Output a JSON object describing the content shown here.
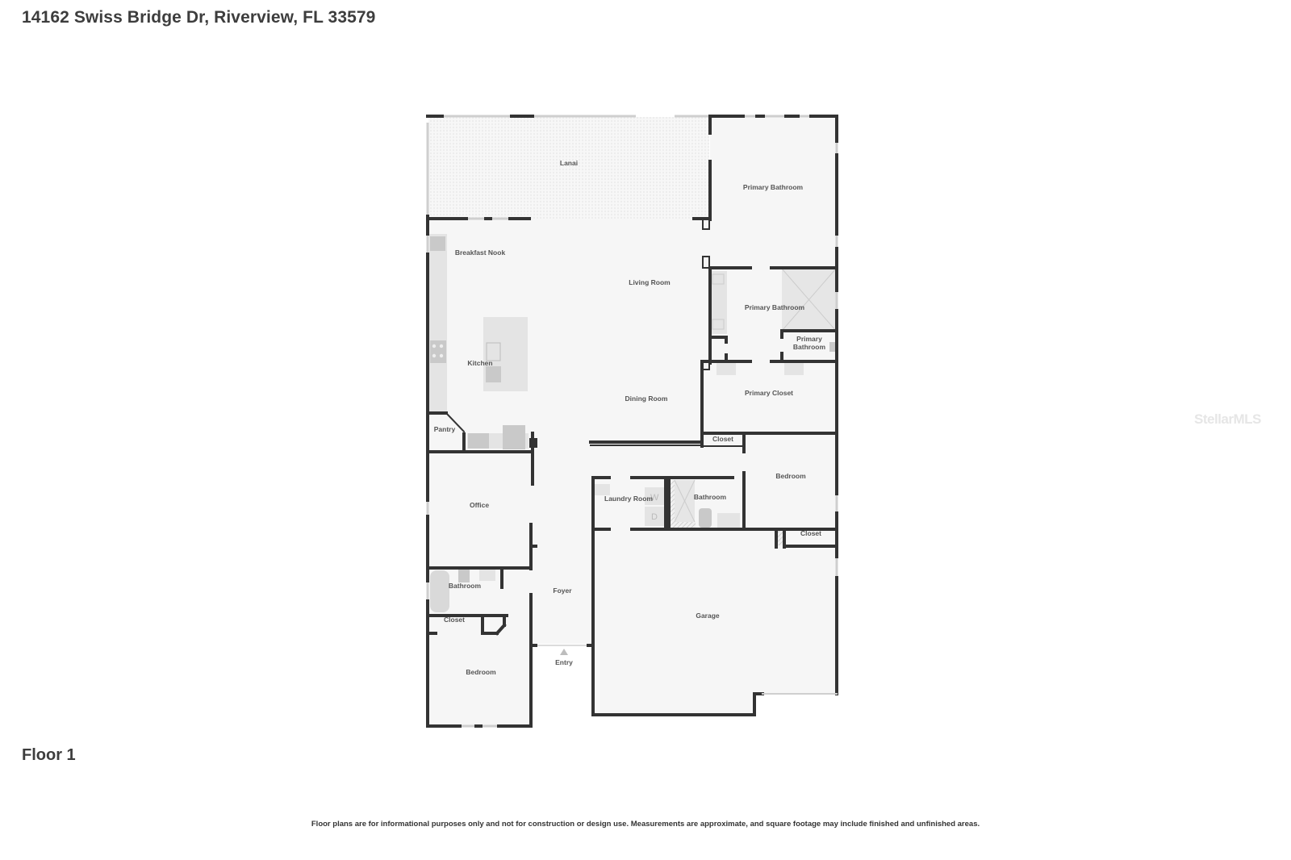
{
  "header": {
    "address": "14162 Swiss Bridge Dr, Riverview, FL 33579"
  },
  "floor": {
    "label": "Floor 1"
  },
  "watermark": {
    "text": "StellarMLS"
  },
  "footer": {
    "disclaimer": "Floor plans are for informational purposes only and not for construction or design use. Measurements are approximate, and square footage may include finished and unfinished areas."
  },
  "colors": {
    "wall": "#333333",
    "floor": "#f6f6f6",
    "fixture": "#dddddd",
    "window": "#cfcfcf",
    "background": "#ffffff"
  },
  "rooms": {
    "lanai": "Lanai",
    "primary_bathroom_1": "Primary Bathroom",
    "breakfast_nook": "Breakfast Nook",
    "living_room": "Living Room",
    "primary_bathroom_2": "Primary Bathroom",
    "primary_bathroom_3_line1": "Primary",
    "primary_bathroom_3_line2": "Bathroom",
    "kitchen": "Kitchen",
    "dining_room": "Dining Room",
    "primary_closet": "Primary Closet",
    "pantry": "Pantry",
    "closet_1": "Closet",
    "bedroom_1": "Bedroom",
    "laundry_room": "Laundry Room",
    "bathroom_1": "Bathroom",
    "office": "Office",
    "closet_2": "Closet",
    "bathroom_2": "Bathroom",
    "foyer": "Foyer",
    "garage": "Garage",
    "closet_3": "Closet",
    "entry": "Entry",
    "bedroom_2": "Bedroom"
  },
  "appliances": {
    "washer": "W",
    "dryer": "D"
  }
}
